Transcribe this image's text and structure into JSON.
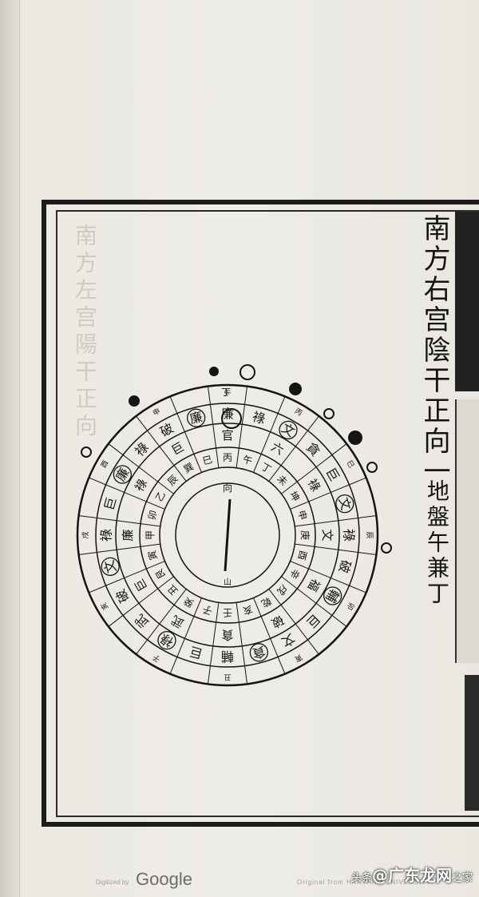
{
  "book": {
    "title": "南方右宫陰干正向一",
    "subtitle": "地盤午兼丁",
    "bleed_through": "南方左宫陽干正向"
  },
  "compass": {
    "center_label": "向",
    "bottom_label": "山",
    "top_label": "丁",
    "inner_ring": [
      "丙",
      "午",
      "丁",
      "未",
      "坤",
      "申",
      "庚",
      "酉",
      "辛",
      "戌",
      "乾",
      "亥",
      "壬",
      "子",
      "癸",
      "丑",
      "艮",
      "寅",
      "甲",
      "卯",
      "乙",
      "辰",
      "巽",
      "巳"
    ],
    "middle_ring": [
      "官",
      "六",
      "祿",
      "文",
      "福",
      "破",
      "貪",
      "武",
      "巨",
      "廉",
      "祿",
      "巨"
    ],
    "outer_ring": [
      "廉",
      "祿",
      "文",
      "貪",
      "巨",
      "文",
      "祿",
      "破",
      "輔",
      "巨",
      "文",
      "貪",
      "輔",
      "巨",
      "祿",
      "武",
      "破",
      "文",
      "祿",
      "巨",
      "廉",
      "祿",
      "破",
      "廉"
    ],
    "rim_marks": [
      "午",
      "丙",
      "巳",
      "辰",
      "卯",
      "寅",
      "丑",
      "子",
      "亥",
      "戌",
      "酉",
      "申"
    ]
  },
  "footer": {
    "google": "Google",
    "digitized": "Digitized by",
    "harvard": "Original from HARVARD UNIVERSITY",
    "watermark_prefix": "头条",
    "watermark_main": "@广东龙网",
    "watermark_suffix": "之家"
  },
  "colors": {
    "ink": "#141414",
    "paper": "#eeece6"
  }
}
